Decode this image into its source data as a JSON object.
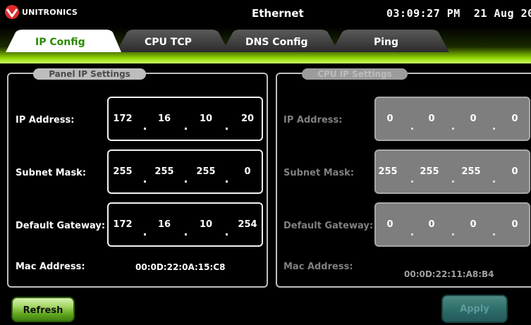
{
  "header": {
    "brand": "UNITRONICS",
    "title": "Ethernet",
    "time": "03:09:27 PM",
    "date": "21 Aug 20"
  },
  "tabs": [
    {
      "label": "IP Config",
      "active": true
    },
    {
      "label": "CPU TCP",
      "active": false
    },
    {
      "label": "DNS Config",
      "active": false
    },
    {
      "label": "Ping",
      "active": false
    }
  ],
  "panel_ip": {
    "title": "Panel IP Settings",
    "ip_label": "IP Address:",
    "ip": [
      "172",
      "16",
      "10",
      "20"
    ],
    "subnet_label": "Subnet Mask:",
    "subnet": [
      "255",
      "255",
      "255",
      "0"
    ],
    "gateway_label": "Default Gateway:",
    "gateway": [
      "172",
      "16",
      "10",
      "254"
    ],
    "mac_label": "Mac Address:",
    "mac": "00:0D:22:0A:15:C8"
  },
  "cpu_ip": {
    "title": "CPU IP Settings",
    "ip_label": "IP Address:",
    "ip": [
      "0",
      "0",
      "0",
      "0"
    ],
    "subnet_label": "Subnet Mask:",
    "subnet": [
      "255",
      "255",
      "255",
      "0"
    ],
    "gateway_label": "Default Gateway:",
    "gateway": [
      "0",
      "0",
      "0",
      "0"
    ],
    "mac_label": "Mac Address:",
    "mac": "00:0D:22:11:A8:B4"
  },
  "buttons": {
    "refresh": "Refresh",
    "apply": "Apply"
  },
  "colors": {
    "active_tab_text": "#2a8a00",
    "refresh_green": "#62a81e",
    "apply_teal": "#2f6f6a"
  }
}
